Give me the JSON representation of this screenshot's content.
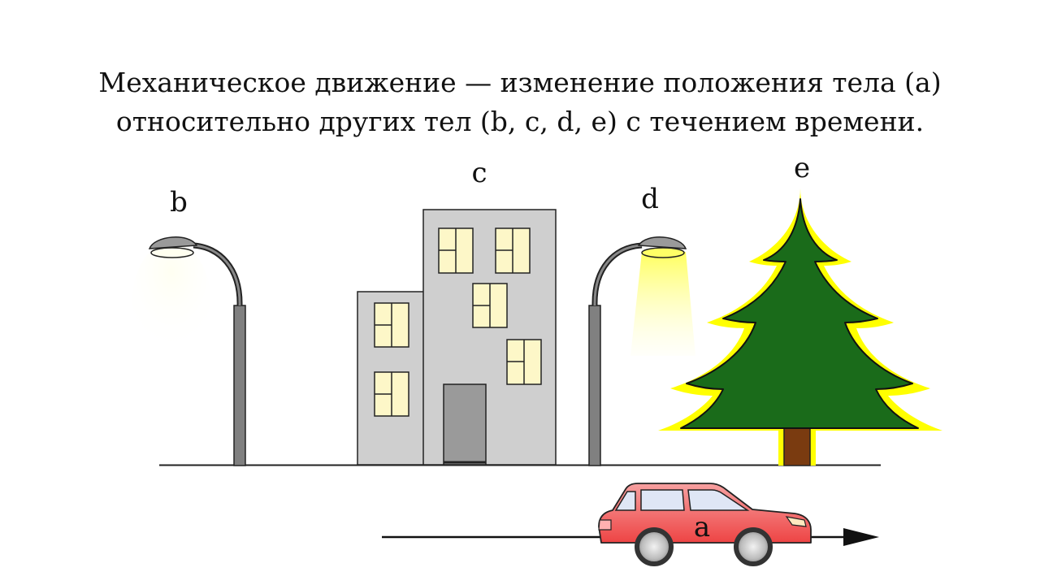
{
  "caption": {
    "line1": "Механическое движение — изменение положения тела (a)",
    "line2": "относительно других тел (b, c, d, e) с течением времени."
  },
  "labels": {
    "body": "a",
    "lamp_left": "b",
    "building": "c",
    "lamp_right": "d",
    "tree": "e"
  },
  "colors": {
    "building": "#cfcfcf",
    "door": "#9a9a9a",
    "window": "#fdf7c8",
    "lamp": "#808080",
    "light": "#ffff66",
    "tree": "#1a6b1a",
    "tree_glow": "#ffff00",
    "trunk": "#7a3b10",
    "car": "#f07a7a",
    "car_window": "#dfe6f5"
  }
}
